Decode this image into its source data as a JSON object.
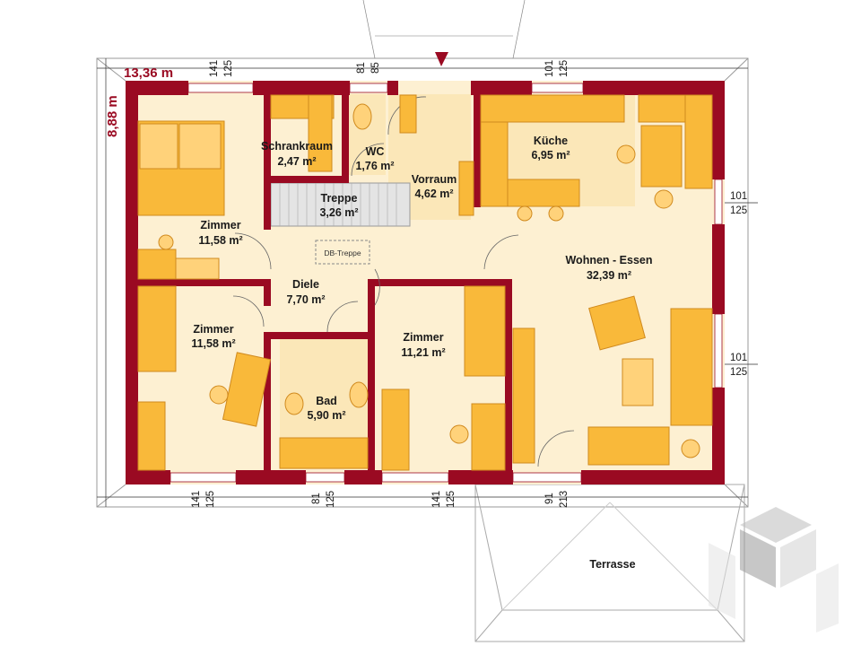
{
  "dimensions": {
    "width_label": "13,36 m",
    "depth_label": "8,88 m",
    "top": [
      [
        "141",
        "125"
      ],
      [
        "81",
        "85"
      ],
      [
        "101",
        "125"
      ]
    ],
    "right": [
      [
        "101",
        "125"
      ],
      [
        "101",
        "125"
      ]
    ],
    "bottom": [
      [
        "141",
        "125"
      ],
      [
        "81",
        "125"
      ],
      [
        "141",
        "125"
      ],
      [
        "91",
        "213"
      ]
    ]
  },
  "rooms": {
    "schrankraum": {
      "name": "Schrankraum",
      "area": "2,47 m²"
    },
    "wc": {
      "name": "WC",
      "area": "1,76 m²"
    },
    "vorraum": {
      "name": "Vorraum",
      "area": "4,62 m²"
    },
    "kueche": {
      "name": "Küche",
      "area": "6,95 m²"
    },
    "treppe": {
      "name": "Treppe",
      "area": "3,26 m²"
    },
    "zimmer1": {
      "name": "Zimmer",
      "area": "11,58 m²"
    },
    "db_treppe": {
      "name": "DB-Treppe"
    },
    "wohnen": {
      "name": "Wohnen - Essen",
      "area": "32,39 m²"
    },
    "diele": {
      "name": "Diele",
      "area": "7,70 m²"
    },
    "zimmer2": {
      "name": "Zimmer",
      "area": "11,58 m²"
    },
    "zimmer3": {
      "name": "Zimmer",
      "area": "11,21 m²"
    },
    "bad": {
      "name": "Bad",
      "area": "5,90 m²"
    },
    "terrasse": {
      "name": "Terrasse"
    }
  },
  "colors": {
    "wall": "#9a0a22",
    "floor": "#fdf0d2",
    "furniture": "#f9b93a"
  }
}
